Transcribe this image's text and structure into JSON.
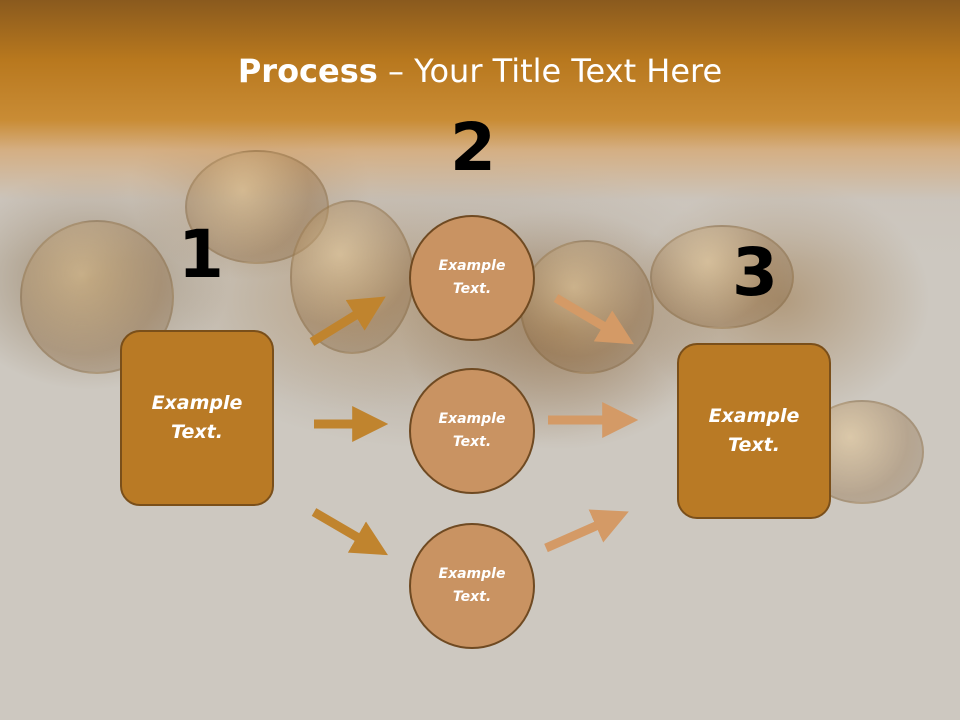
{
  "title": {
    "bold": "Process",
    "rest": " – Your Title Text Here"
  },
  "numbers": {
    "one": "1",
    "two": "2",
    "three": "3"
  },
  "left_box": {
    "text": "Example Text."
  },
  "right_box": {
    "text": "Example Text."
  },
  "circles": [
    {
      "text": "Example Text."
    },
    {
      "text": "Example Text."
    },
    {
      "text": "Example Text."
    }
  ],
  "colors": {
    "box_fill": "#b97a25",
    "circle_fill": "#c99362",
    "arrow_left": "#c0842e",
    "arrow_right": "#d49a66",
    "title_band": "#c98c35"
  }
}
